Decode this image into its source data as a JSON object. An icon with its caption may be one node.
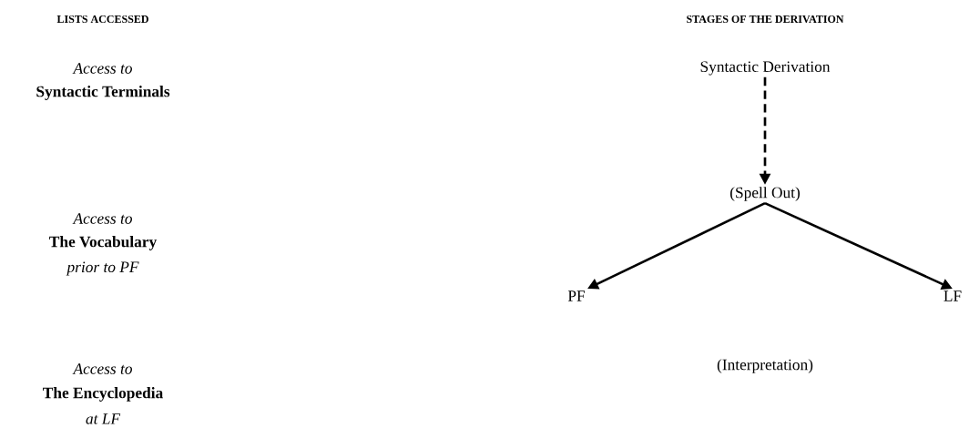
{
  "diagram": {
    "nodes": [
      {
        "text": [
          "Syntactic Derivation"
        ]
      },
      {
        "text": [
          "(Spell Out)"
        ]
      },
      {
        "text": [
          "PF"
        ]
      },
      {
        "text": [
          "LF"
        ]
      }
    ],
    "edges": [
      {
        "from": 0,
        "to": 1,
        "arrow": "to",
        "style": "dashed"
      },
      {
        "from": 1,
        "to": 2,
        "arrow": "to"
      },
      {
        "from": 1,
        "to": 3,
        "arrow": "to"
      }
    ],
    "labels": [
      "LISTS ACCESSED",
      "STAGES OF THE DERIVATION",
      "Access to",
      "Syntactic Terminals",
      "Access to",
      "The Vocabulary",
      "prior to PF",
      "Access to",
      "The Encyclopedia",
      "at LF",
      "(Interpretation)"
    ]
  }
}
